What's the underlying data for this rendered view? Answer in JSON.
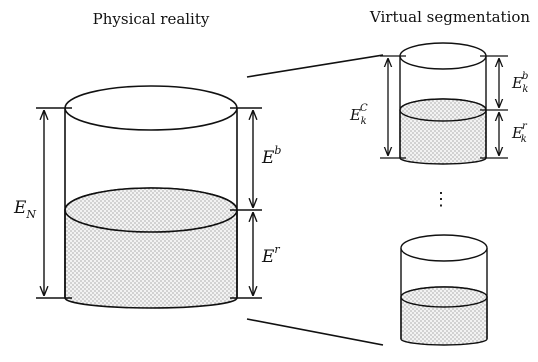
{
  "titles": {
    "left": "Physical reality",
    "right": "Virtual segmentation"
  },
  "labels": {
    "total": {
      "base": "E",
      "sub": "N"
    },
    "blank": {
      "base": "E",
      "sup": "b"
    },
    "rest": {
      "base": "E",
      "sup": "r"
    },
    "seg_total": {
      "base": "E",
      "sup": "C",
      "sub": "k"
    },
    "seg_blank": {
      "base": "E",
      "sup": "b",
      "sub": "k"
    },
    "seg_rest": {
      "base": "E",
      "sup": "r",
      "sub": "k"
    }
  },
  "ellipsis": "⋮"
}
